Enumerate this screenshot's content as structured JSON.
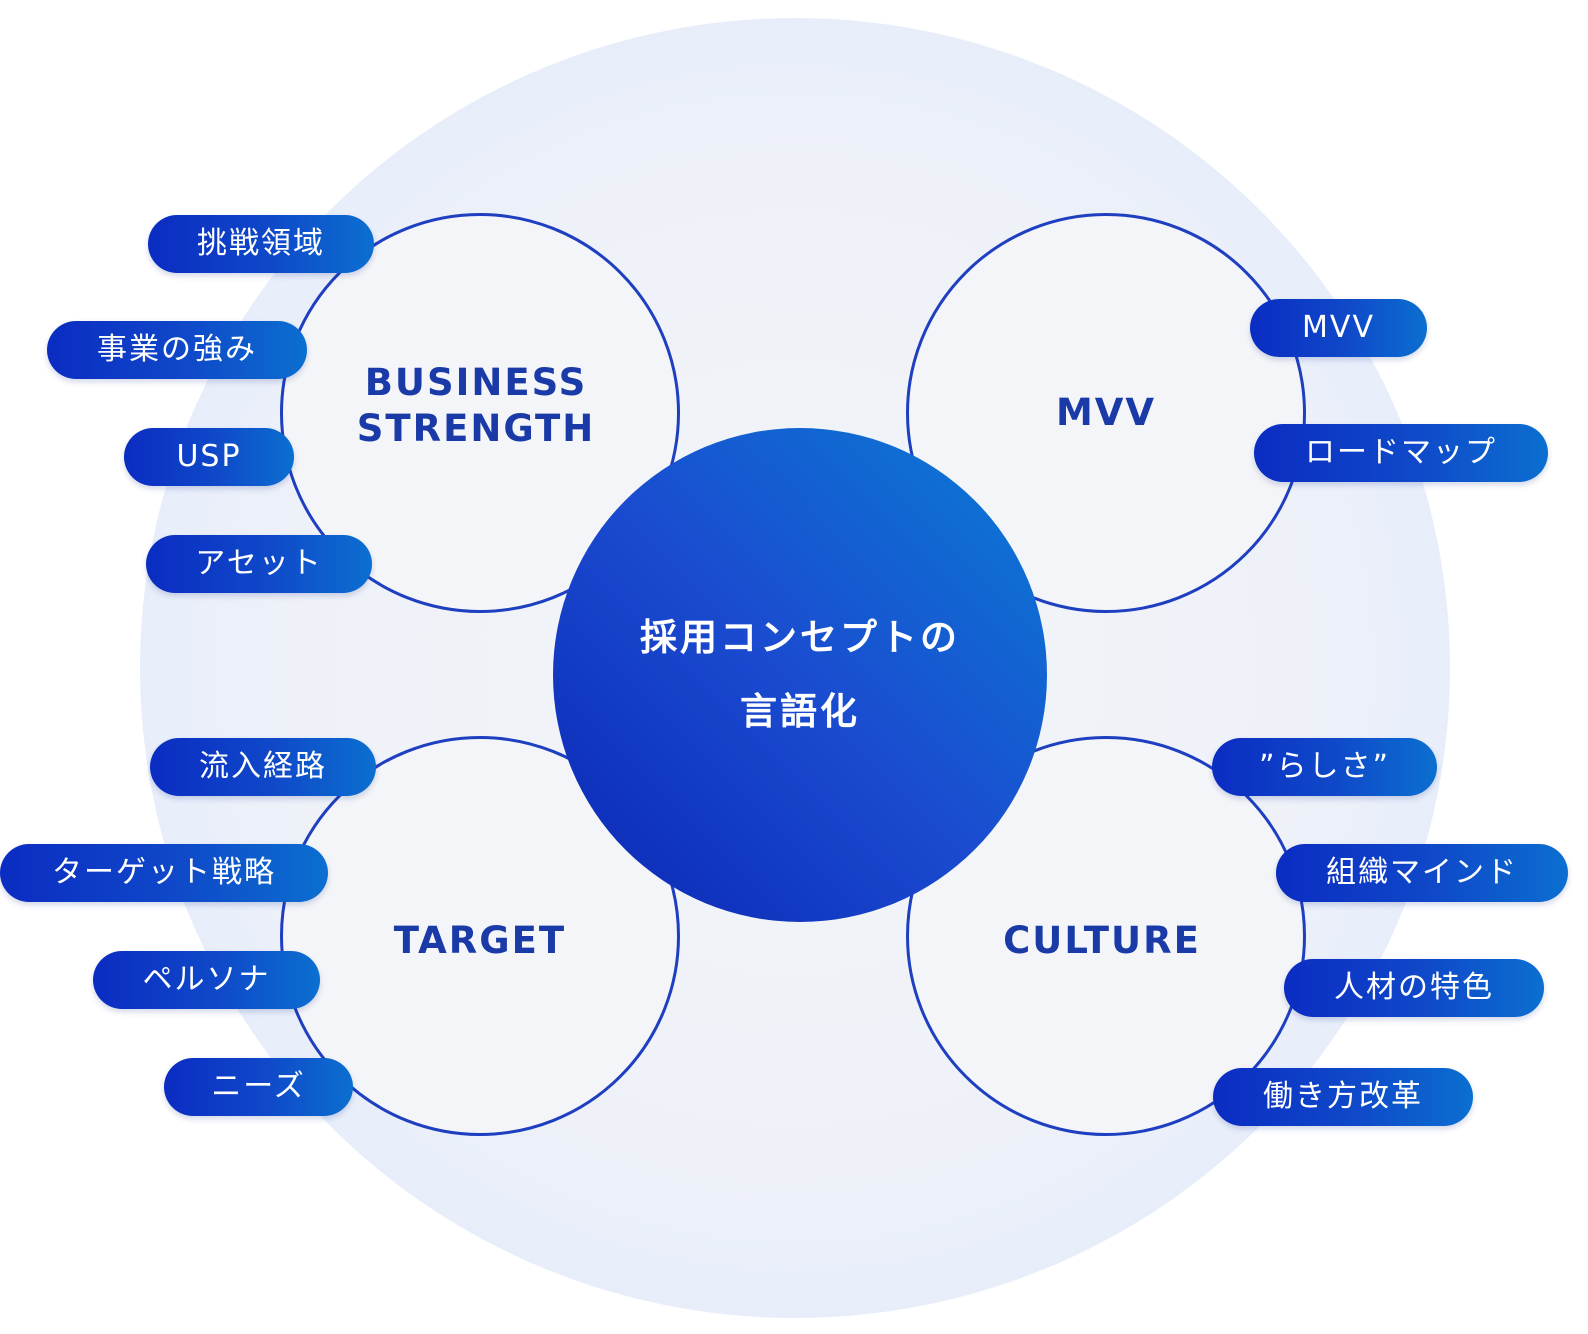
{
  "center": {
    "line1": "採用コンセプトの",
    "line2": "言語化"
  },
  "circles": {
    "business": {
      "line1": "BUSINESS",
      "line2": "STRENGTH"
    },
    "mvv": {
      "label": "MVV"
    },
    "target": {
      "label": "TARGET"
    },
    "culture": {
      "label": "CULTURE"
    }
  },
  "tags": {
    "business": [
      "挑戦領域",
      "事業の強み",
      "USP",
      "アセット"
    ],
    "mvv": [
      "MVV",
      "ロードマップ"
    ],
    "target": [
      "流入経路",
      "ターゲット戦略",
      "ペルソナ",
      "ニーズ"
    ],
    "culture": [
      "”らしさ”",
      "組織マインド",
      "人材の特色",
      "働き方改革"
    ]
  },
  "colors": {
    "ring": "#1e3fc0",
    "label": "#1a3aa8",
    "pill_start": "#0b2cc2",
    "pill_end": "#0b6fd0",
    "core_start": "#0a25b4",
    "core_end": "#0a7dd4"
  }
}
